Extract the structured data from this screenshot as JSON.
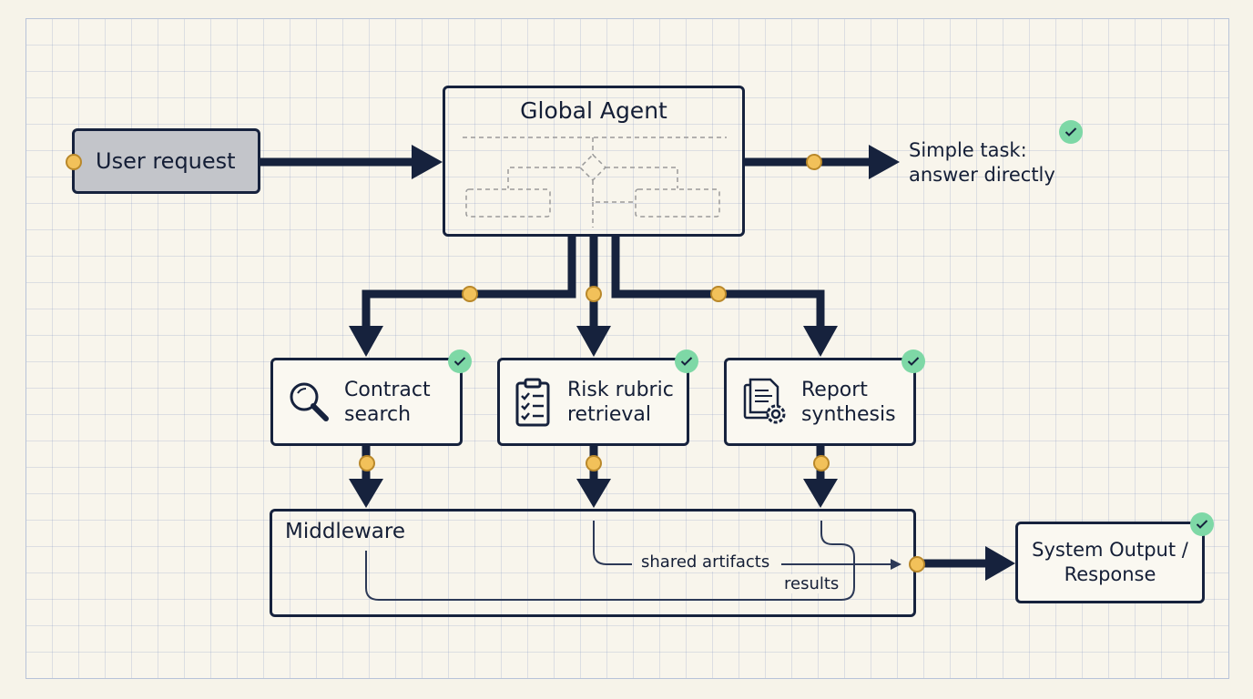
{
  "nodes": {
    "user_request": "User request",
    "global_agent": "Global Agent",
    "simple_task": "Simple task:\nanswer directly",
    "contract_search": "Contract\nsearch",
    "risk_rubric": "Risk rubric\nretrieval",
    "report_synthesis": "Report\nsynthesis",
    "middleware": "Middleware",
    "system_output": "System Output /\nResponse"
  },
  "edge_labels": {
    "shared_artifacts": "shared artifacts",
    "results": "results"
  },
  "icons": {
    "contract_search": "magnifier-icon",
    "risk_rubric": "clipboard-checklist-icon",
    "report_synthesis": "document-gear-icon",
    "status": "check-icon"
  },
  "colors": {
    "ink": "#16223d",
    "node_fill": "#faf8f1",
    "user_request_fill": "#c3c5ca",
    "connector_dot": "#f2c15a",
    "check_badge": "#7ed8a6"
  }
}
